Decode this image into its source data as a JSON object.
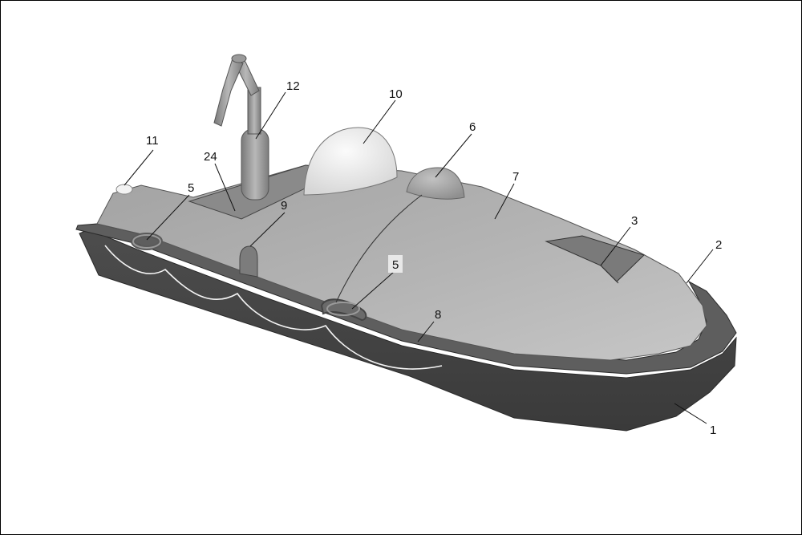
{
  "diagram": {
    "labels": {
      "hull": "1",
      "fender": "2",
      "fin": "3",
      "handle_fwd": "5",
      "handle_aft": "5",
      "dome_small": "6",
      "canopy": "7",
      "lifeline": "8",
      "hatch": "9",
      "dome_large": "10",
      "light": "11",
      "mast": "12",
      "deck_platform": "24"
    }
  }
}
